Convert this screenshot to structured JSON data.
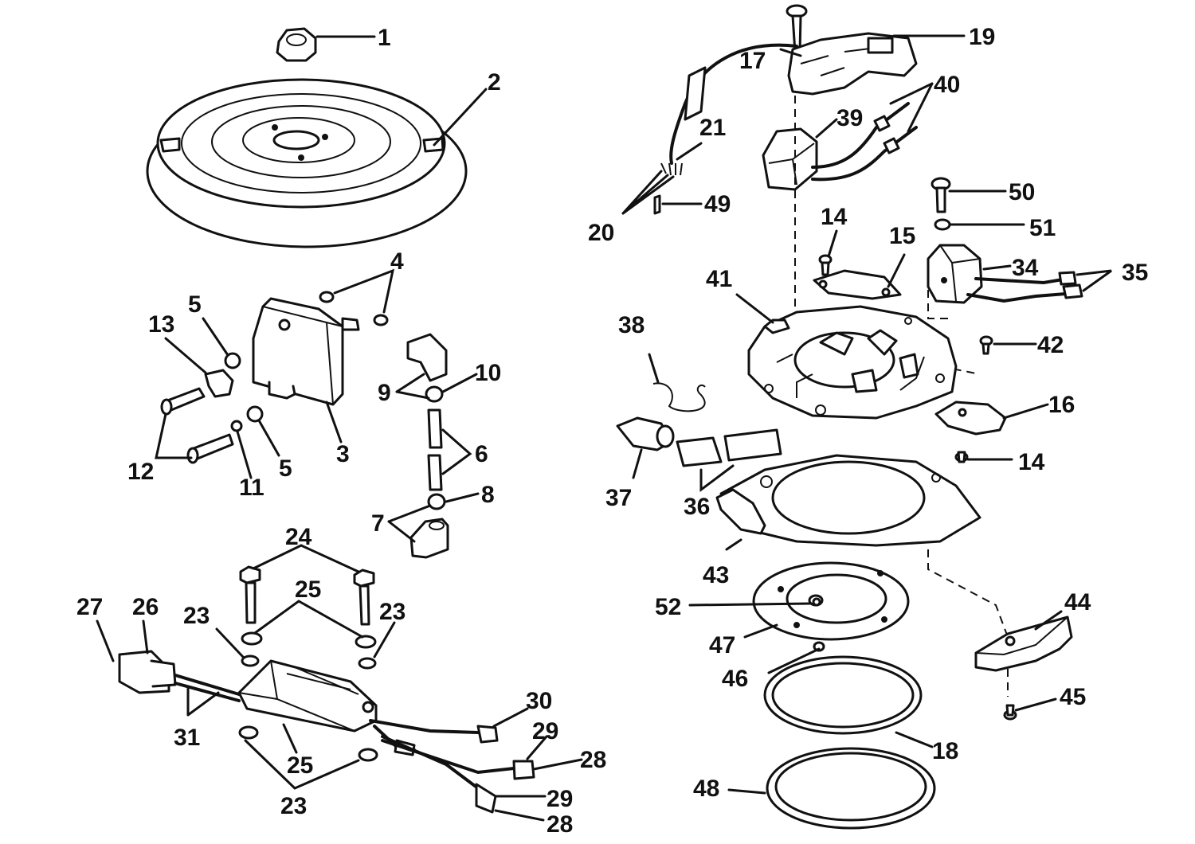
{
  "callouts": {
    "c1": "1",
    "c2": "2",
    "c3": "3",
    "c4": "4",
    "c5a": "5",
    "c5b": "5",
    "c6": "6",
    "c7": "7",
    "c8": "8",
    "c9": "9",
    "c10": "10",
    "c11": "11",
    "c12": "12",
    "c13": "13",
    "c14a": "14",
    "c14b": "14",
    "c15": "15",
    "c16": "16",
    "c17": "17",
    "c18": "18",
    "c19": "19",
    "c20": "20",
    "c21": "21",
    "c23a": "23",
    "c23b": "23",
    "c23c": "23",
    "c24": "24",
    "c25a": "25",
    "c25b": "25",
    "c26": "26",
    "c27": "27",
    "c28a": "28",
    "c28b": "28",
    "c29a": "29",
    "c29b": "29",
    "c30": "30",
    "c31": "31",
    "c34": "34",
    "c35": "35",
    "c36": "36",
    "c37": "37",
    "c38": "38",
    "c39": "39",
    "c40": "40",
    "c41": "41",
    "c42": "42",
    "c43": "43",
    "c44": "44",
    "c45": "45",
    "c46": "46",
    "c47": "47",
    "c48": "48",
    "c49": "49",
    "c50": "50",
    "c51": "51",
    "c52": "52"
  }
}
